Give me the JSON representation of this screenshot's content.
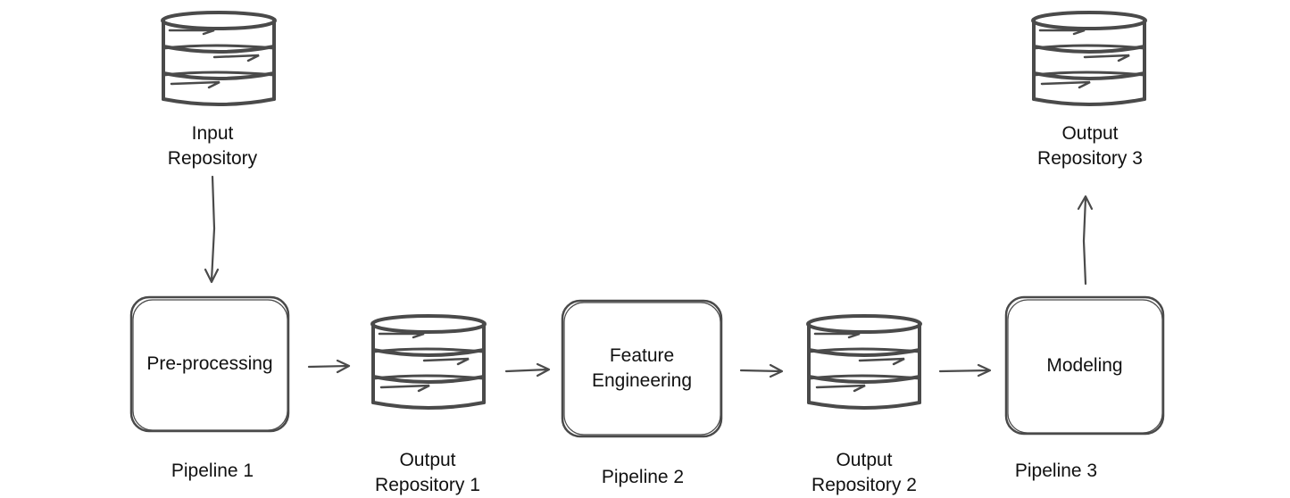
{
  "nodes": {
    "input_repo": {
      "line1": "Input",
      "line2": "Repository"
    },
    "preprocessing": {
      "label": "Pre-processing"
    },
    "output_repo_1": {
      "line1": "Output",
      "line2": "Repository 1"
    },
    "feature_engineering": {
      "line1": "Feature",
      "line2": "Engineering"
    },
    "output_repo_2": {
      "line1": "Output",
      "line2": "Repository 2"
    },
    "modeling": {
      "label": "Modeling"
    },
    "output_repo_3": {
      "line1": "Output",
      "line2": "Repository 3"
    }
  },
  "pipelines": {
    "p1": "Pipeline 1",
    "p2": "Pipeline 2",
    "p3": "Pipeline 3"
  },
  "colors": {
    "stroke": "#4a4a4a",
    "text": "#111111"
  }
}
